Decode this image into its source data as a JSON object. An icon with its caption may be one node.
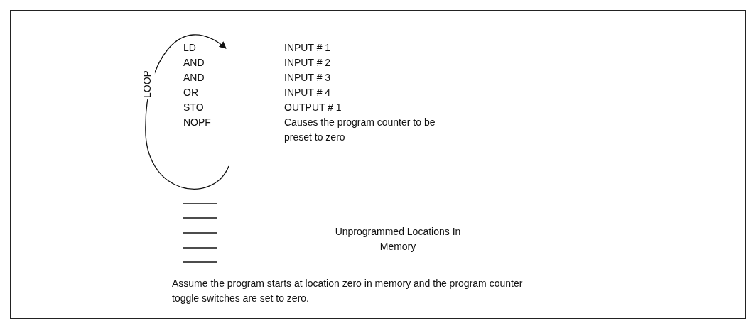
{
  "diagram": {
    "nodes": [
      {
        "text": [
          "LD"
        ]
      },
      {
        "text": [
          "NOPF"
        ]
      }
    ],
    "edges": [
      {
        "from": 1,
        "to": 0,
        "arrow": "to",
        "label": "LOOP"
      }
    ],
    "labels": [
      "INPUT # 1",
      "AND",
      "INPUT # 2",
      "AND",
      "INPUT # 3",
      "OR",
      "INPUT # 4",
      "STO",
      "OUTPUT # 1",
      "Causes the program counter to be preset to zero",
      "Unprogrammed Locations In Memory",
      "Assume the program starts at location zero in memory and the program counter toggle switches are set to zero."
    ]
  }
}
